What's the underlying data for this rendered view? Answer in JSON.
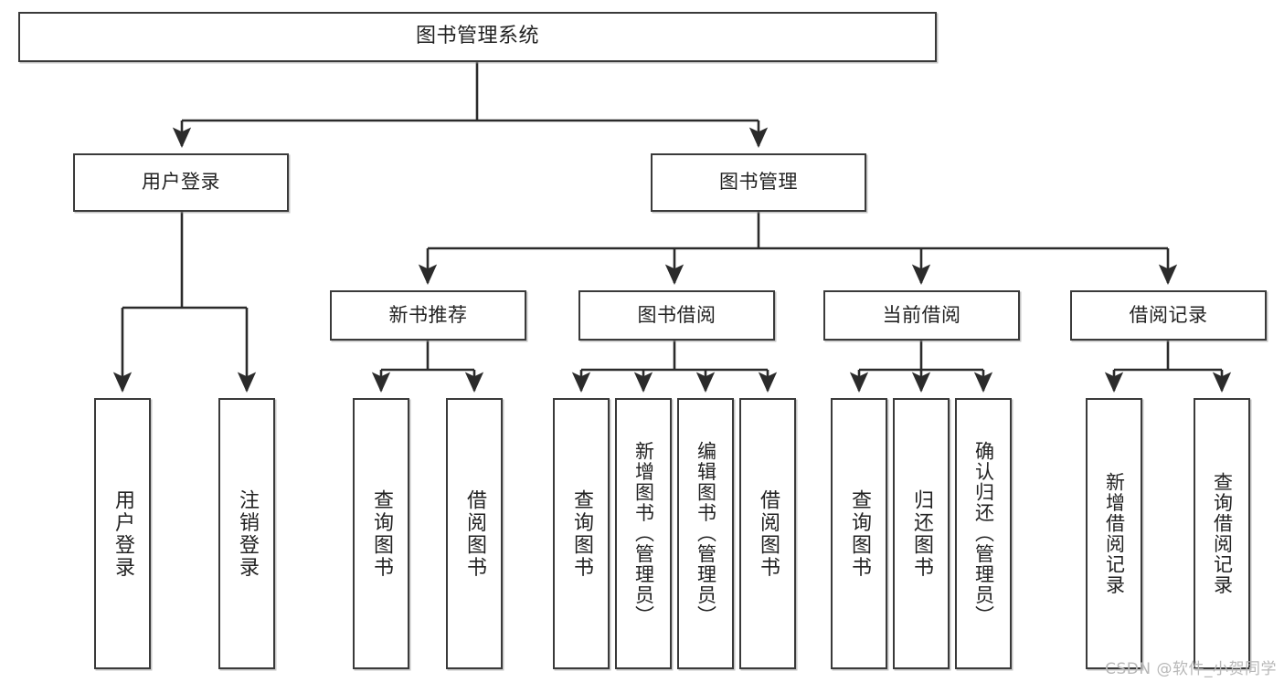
{
  "diagram": {
    "title": "图书管理系统",
    "type": "tree-hierarchy-diagram",
    "watermark": "CSDN @软件_小贺同学",
    "colors": {
      "box_border": "#3a3a3a",
      "box_fill": "#ffffff",
      "connector": "#2b2b2b",
      "text": "#222222",
      "watermark": "#b8b8b8"
    },
    "root": {
      "label": "图书管理系统"
    },
    "level2": [
      {
        "label": "用户登录"
      },
      {
        "label": "图书管理"
      }
    ],
    "level3": [
      {
        "label": "新书推荐"
      },
      {
        "label": "图书借阅"
      },
      {
        "label": "当前借阅"
      },
      {
        "label": "借阅记录"
      }
    ],
    "leaves": {
      "user_login": [
        {
          "label": "用户登录"
        },
        {
          "label": "注销登录"
        }
      ],
      "new_book_recommend": [
        {
          "label": "查询图书"
        },
        {
          "label": "借阅图书"
        }
      ],
      "book_borrow": [
        {
          "label": "查询图书"
        },
        {
          "label": "新增图书（管理员）"
        },
        {
          "label": "编辑图书（管理员）"
        },
        {
          "label": "借阅图书"
        }
      ],
      "current_borrow": [
        {
          "label": "查询图书"
        },
        {
          "label": "归还图书"
        },
        {
          "label": "确认归还（管理员）"
        }
      ],
      "borrow_records": [
        {
          "label": "新增借阅记录"
        },
        {
          "label": "查询借阅记录"
        }
      ]
    }
  }
}
